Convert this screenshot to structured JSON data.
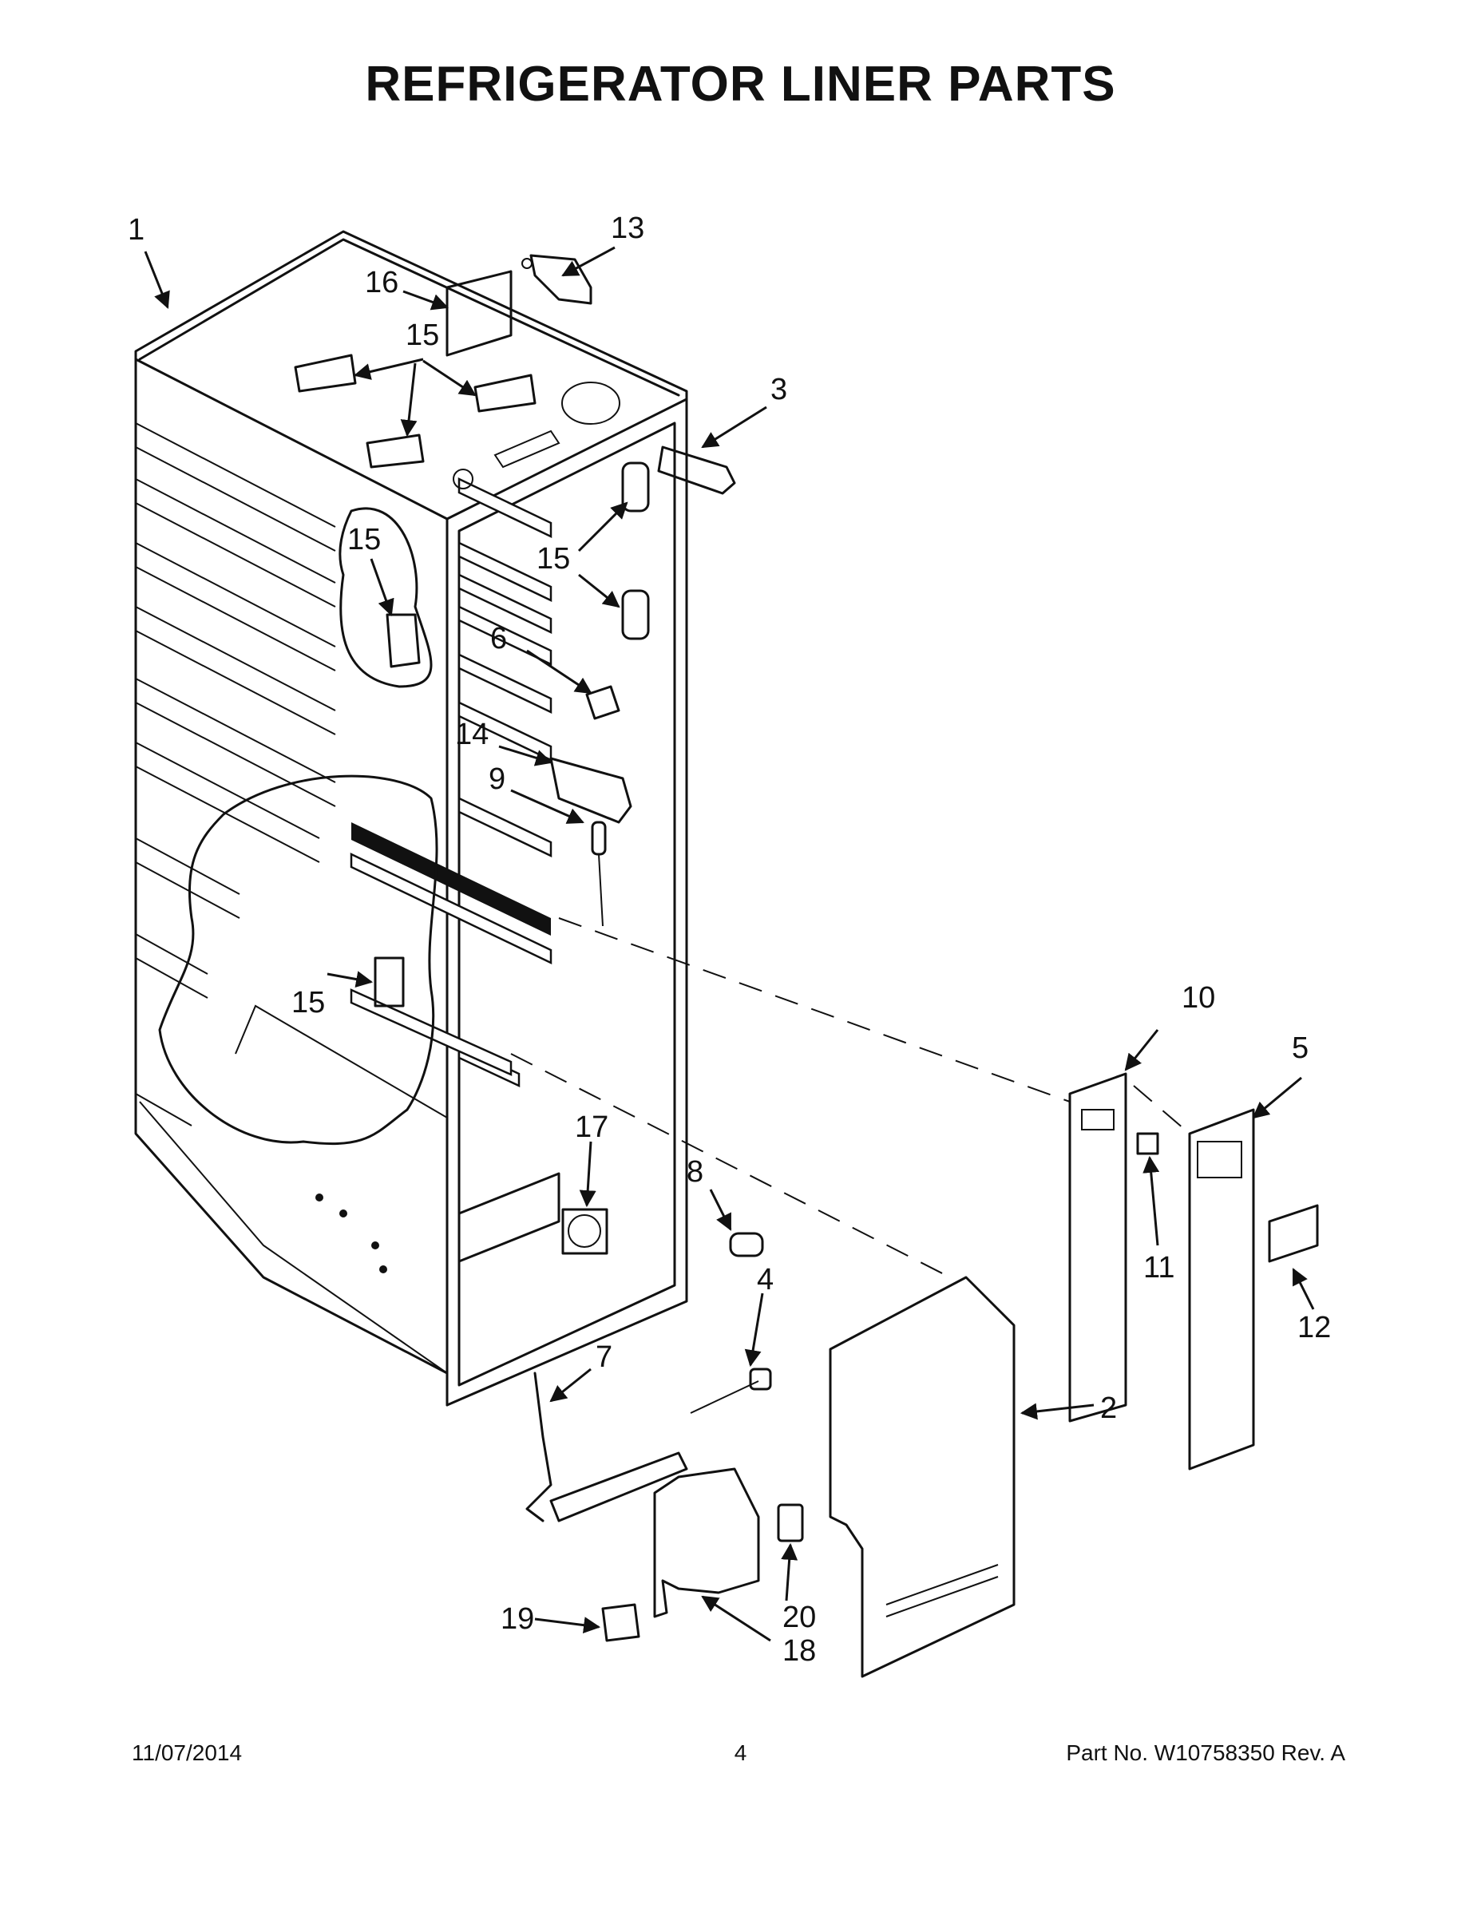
{
  "title": "REFRIGERATOR LINER PARTS",
  "callouts": {
    "c1": "1",
    "c2": "2",
    "c3": "3",
    "c4": "4",
    "c5": "5",
    "c6": "6",
    "c7": "7",
    "c8": "8",
    "c9": "9",
    "c10": "10",
    "c11": "11",
    "c12": "12",
    "c13": "13",
    "c14": "14",
    "c15a": "15",
    "c15b": "15",
    "c15c": "15",
    "c15d": "15",
    "c16": "16",
    "c17": "17",
    "c18": "18",
    "c19": "19",
    "c20": "20"
  },
  "footer": {
    "date": "11/07/2014",
    "page": "4",
    "part_number": "Part No.  W10758350  Rev.  A"
  }
}
